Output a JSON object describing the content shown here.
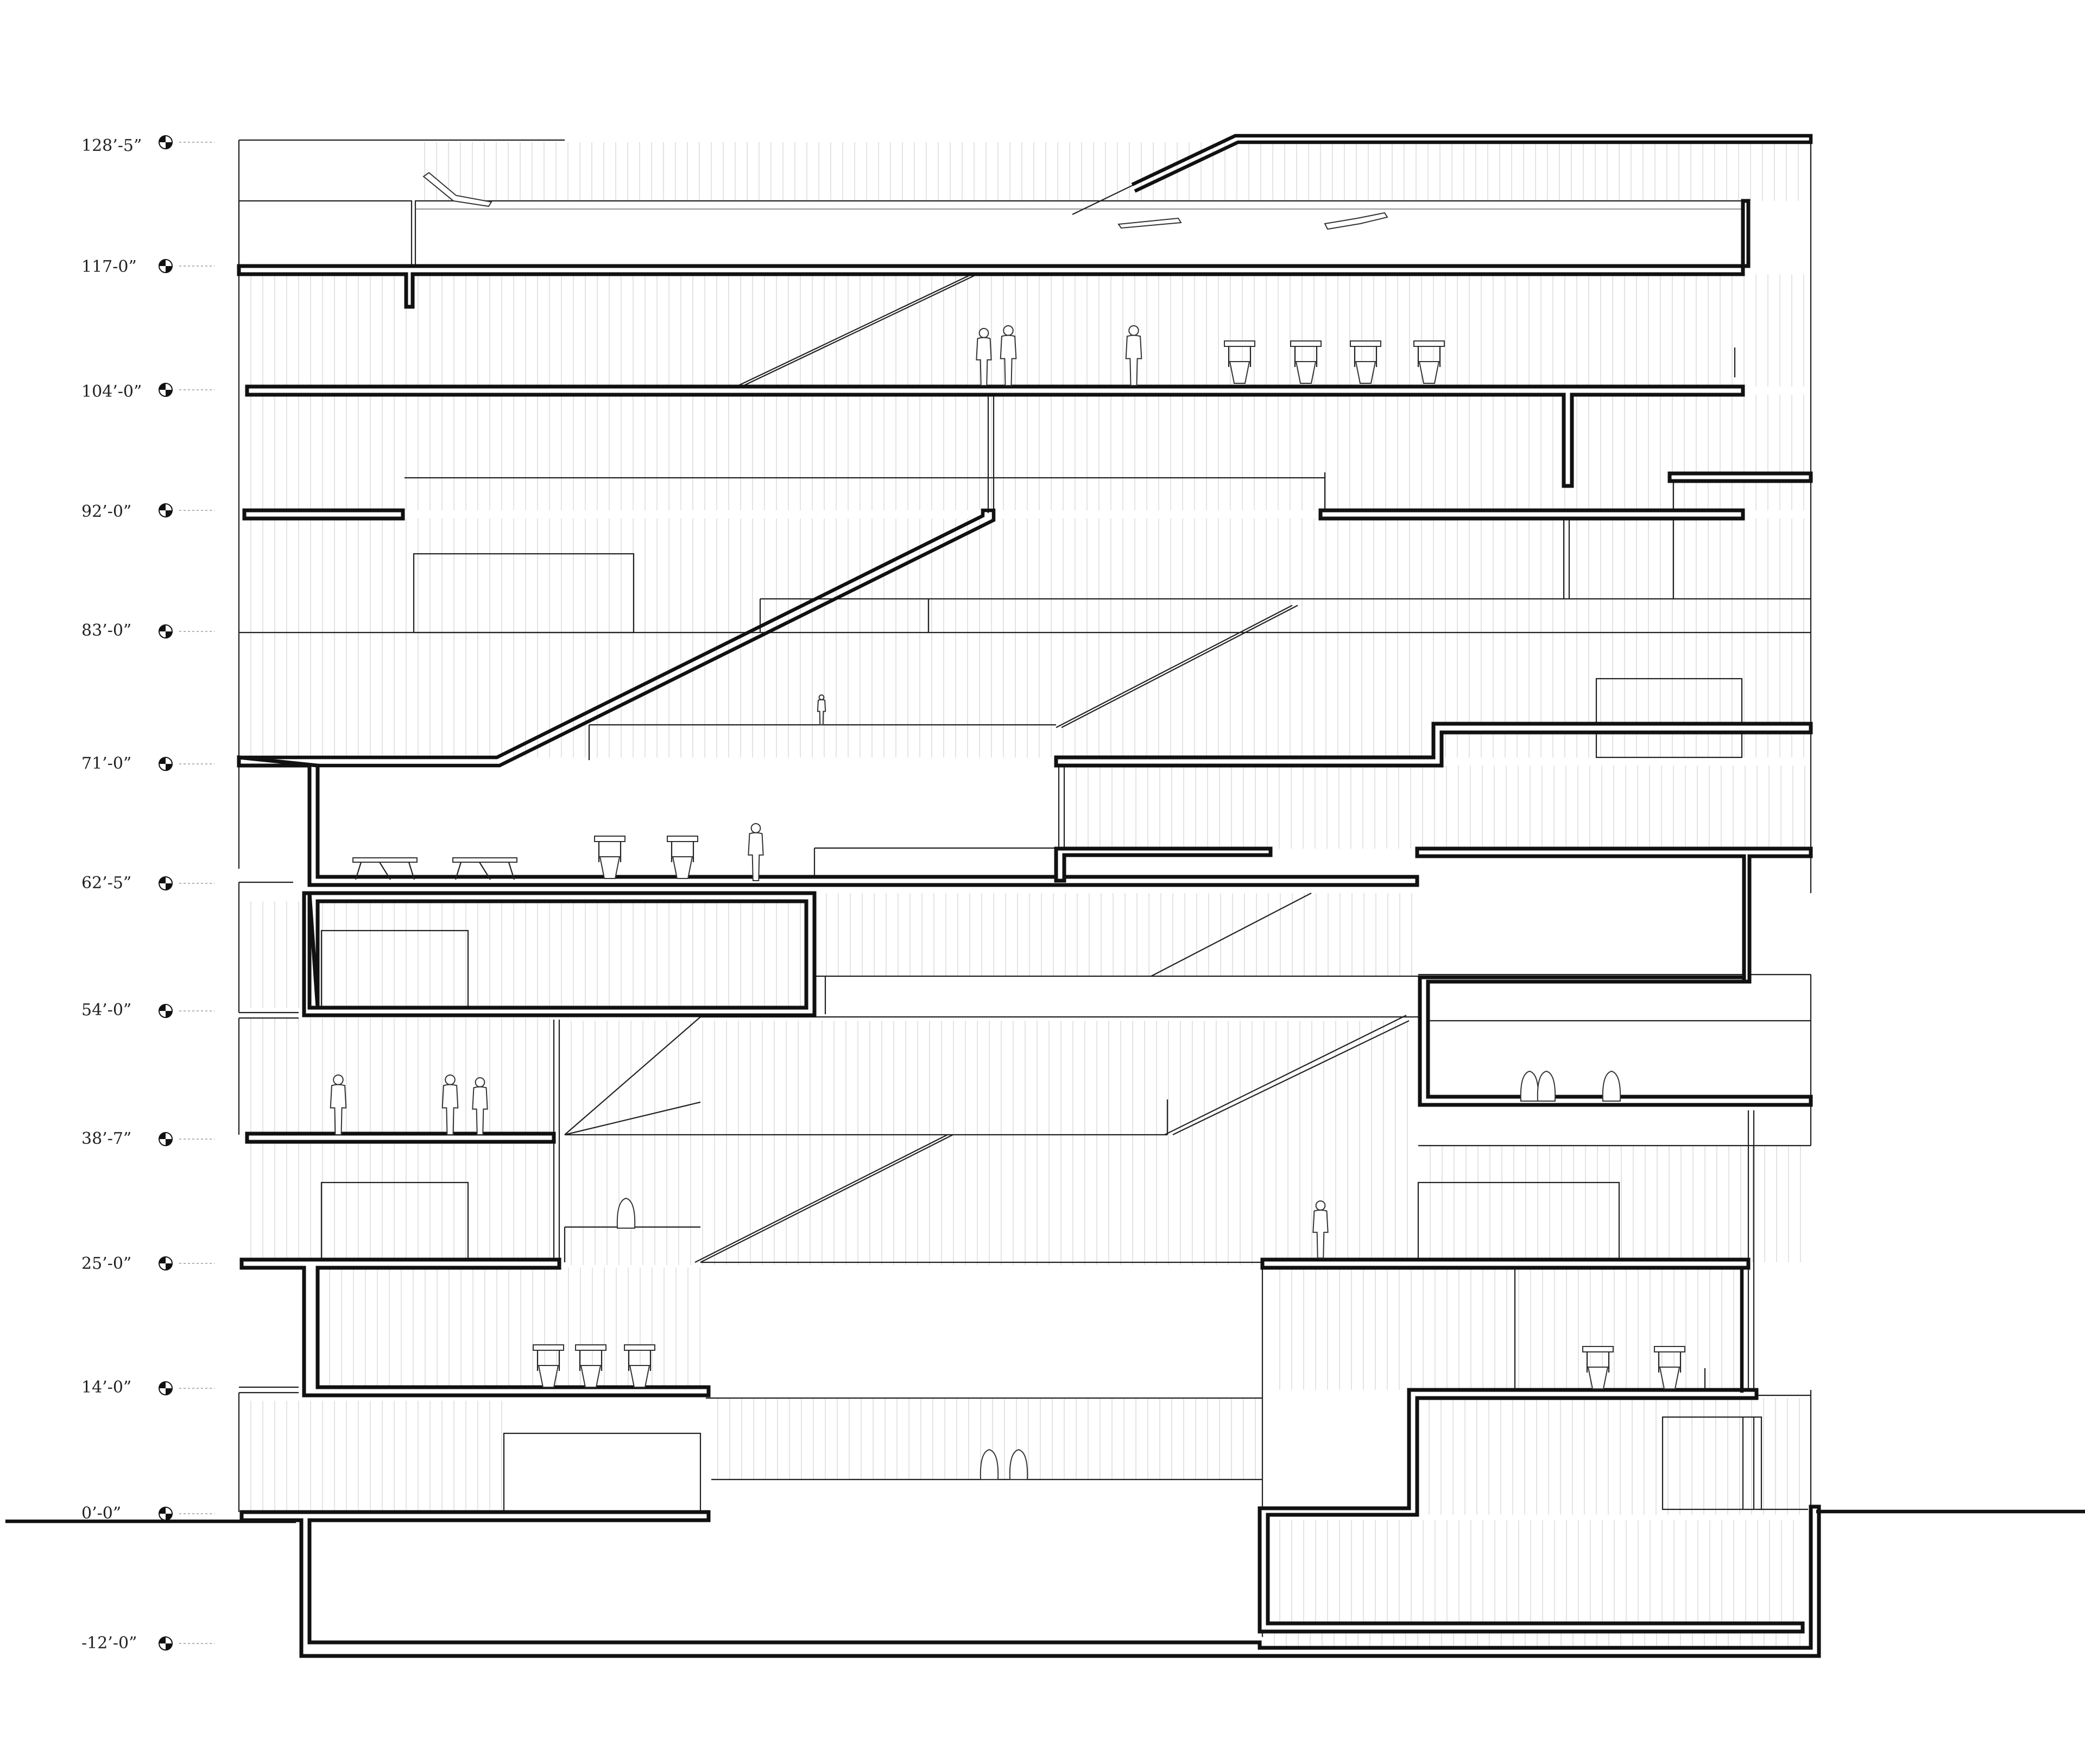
{
  "levels": [
    {
      "label": "128’-5”"
    },
    {
      "label": "117-0”"
    },
    {
      "label": "104’-0”"
    },
    {
      "label": "92’-0”"
    },
    {
      "label": "83’-0”"
    },
    {
      "label": "71’-0”"
    },
    {
      "label": "62’-5”"
    },
    {
      "label": "54’-0”"
    },
    {
      "label": "38’-7”"
    },
    {
      "label": "25’-0”"
    },
    {
      "label": "14’-0”"
    },
    {
      "label": "0’-0”"
    },
    {
      "label": "-12’-0”"
    }
  ],
  "icons": {
    "level_marker": "level-datum-icon"
  },
  "colors": {
    "line": "#111111",
    "background": "#ffffff"
  }
}
